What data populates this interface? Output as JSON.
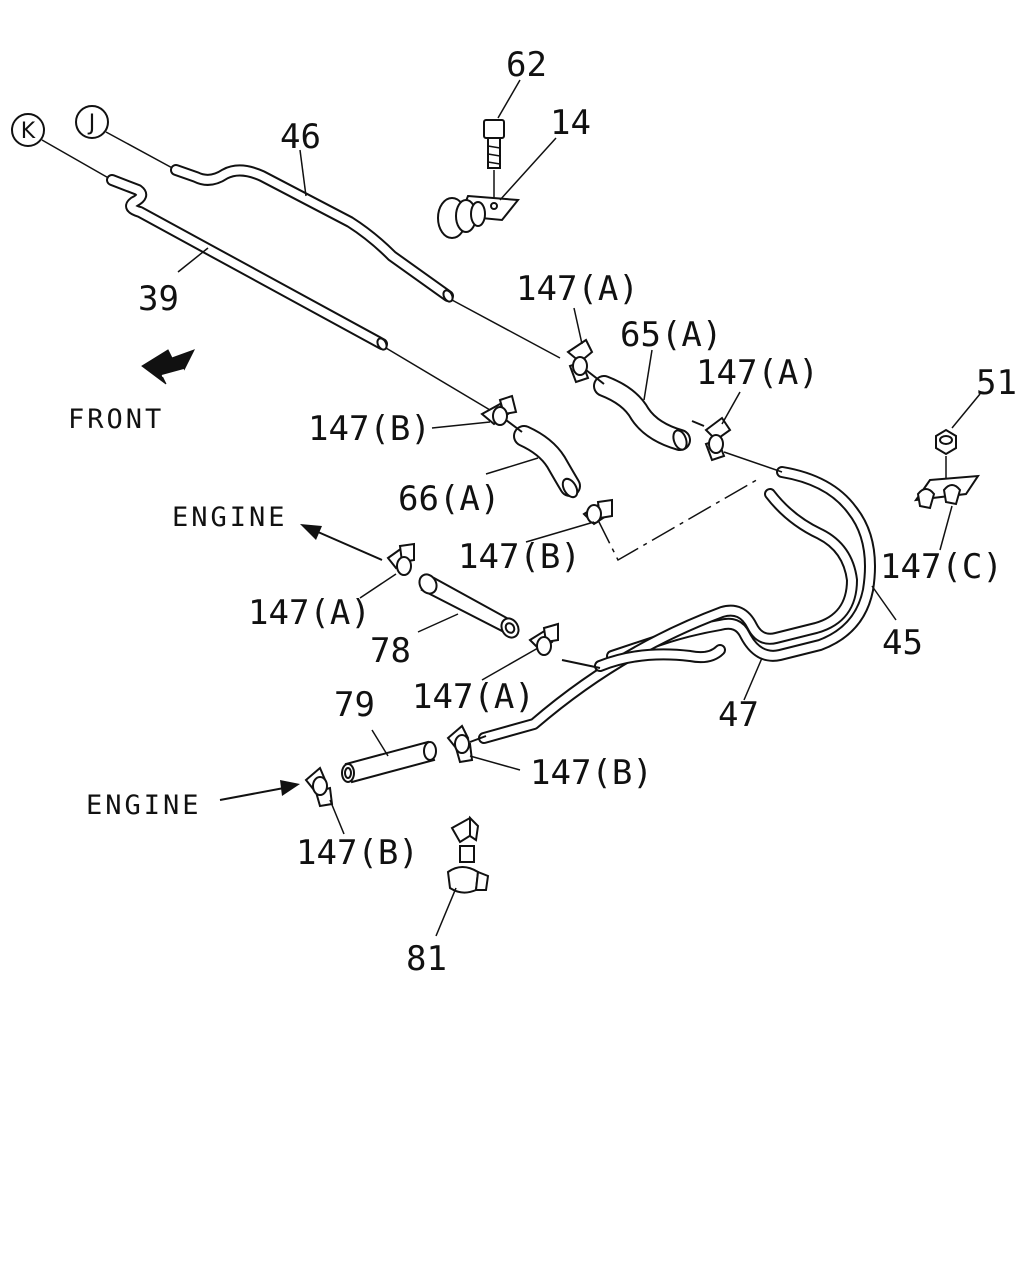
{
  "callouts": {
    "p62": "62",
    "p14": "14",
    "p46": "46",
    "p39": "39",
    "p147a_1": "147(A)",
    "p65a": "65(A)",
    "p147a_2": "147(A)",
    "p51": "51",
    "p147b_1": "147(B)",
    "p66a": "66(A)",
    "p147b_2": "147(B)",
    "p147c": "147(C)",
    "p147a_3": "147(A)",
    "p45": "45",
    "p78": "78",
    "p147a_4": "147(A)",
    "p47": "47",
    "p79": "79",
    "p147b_3": "147(B)",
    "p147b_4": "147(B)",
    "p81": "81"
  },
  "connectors": {
    "k": "K",
    "j": "J"
  },
  "direction": {
    "front": "FRONT",
    "engine_upper": "ENGINE",
    "engine_lower": "ENGINE"
  }
}
